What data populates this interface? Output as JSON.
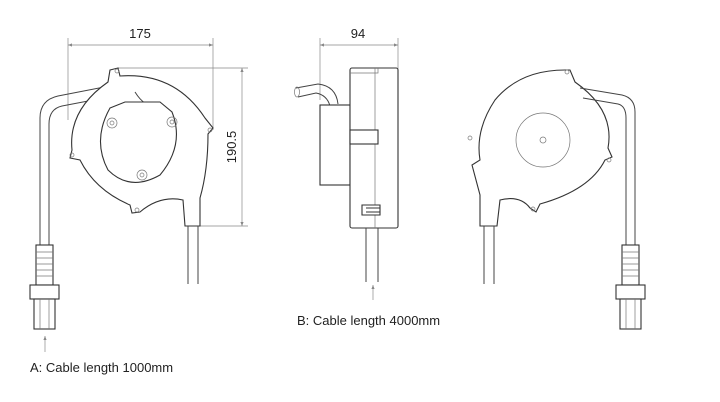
{
  "dimensions": {
    "width_left": "175",
    "height_left": "190.5",
    "depth_side": "94"
  },
  "labels": {
    "cable_a": "A: Cable length 1000mm",
    "cable_b": "B: Cable length 4000mm"
  },
  "colors": {
    "line": "#333333",
    "dimension": "#888888"
  }
}
